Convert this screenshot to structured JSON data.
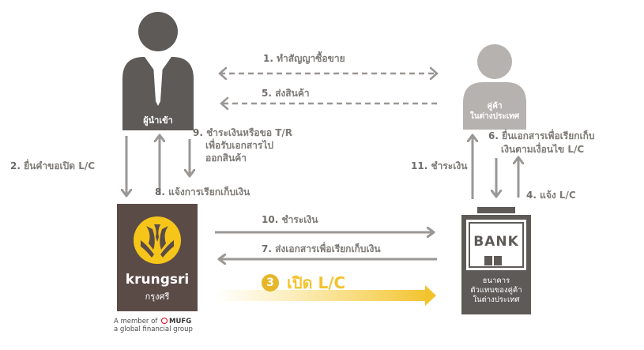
{
  "actors": {
    "importer": {
      "label": "ผู้นำเข้า"
    },
    "exporter": {
      "label_line1": "คู่ค้า",
      "label_line2": "ในต่างประเทศ"
    },
    "importer_bank": {
      "logo_text": "krungsri",
      "thai_name": "กรุงศรี",
      "member_line1": "A member of",
      "mufg": "MUFG",
      "member_line2": "a global financial group"
    },
    "foreign_bank": {
      "sign": "BANK",
      "label_line1": "ธนาคาร",
      "label_line2": "ตัวแทนของคู่ค้า",
      "label_line3": "ในต่างประเทศ"
    }
  },
  "steps": {
    "s1": {
      "num": "1.",
      "text": "ทำสัญญาซื้อขาย"
    },
    "s2": {
      "num": "2.",
      "text": "ยื่นคำขอเปิด L/C"
    },
    "s3": {
      "num": "3",
      "text": "เปิด L/C"
    },
    "s4": {
      "num": "4.",
      "text": "แจ้ง L/C"
    },
    "s5": {
      "num": "5.",
      "text": "ส่งสินค้า"
    },
    "s6": {
      "num": "6.",
      "line1": "ยื่นเอกสารเพื่อเรียกเก็บ",
      "line2": "เงินตามเงื่อนไข L/C"
    },
    "s7": {
      "num": "7.",
      "text": "ส่งเอกสารเพื่อเรียกเก็บเงิน"
    },
    "s8": {
      "num": "8.",
      "text": "แจ้งการเรียกเก็บเงิน"
    },
    "s9": {
      "num": "9.",
      "line1": "ชำระเงินหรือขอ T/R",
      "line2": "เพื่อรับเอกสารไป",
      "line3": "ออกสินค้า"
    },
    "s10": {
      "num": "10.",
      "text": "ชำระเงิน"
    },
    "s11": {
      "num": "11.",
      "text": "ชำระเงิน"
    }
  },
  "colors": {
    "arrow": "#9a9795",
    "importer_figure": "#5d5a58",
    "exporter_figure": "#b5b2b0",
    "krungsri_brand": "#5b4b47",
    "krungsri_yellow": "#f5c51a",
    "mufg_red": "#e60012",
    "step3_yellow": "#f3c32d",
    "bank_building": "#5d5a58"
  }
}
